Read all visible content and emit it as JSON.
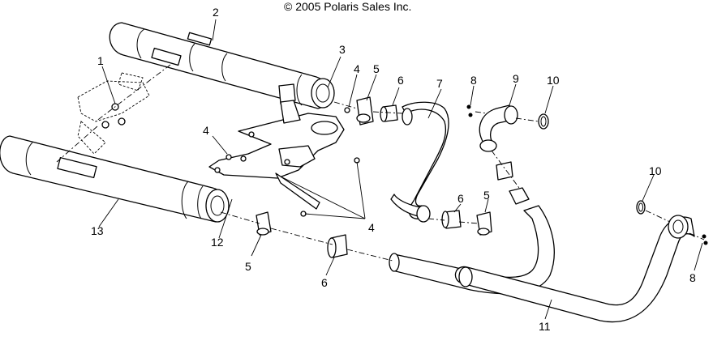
{
  "copyright": "© 2005 Polaris Sales Inc.",
  "callouts": [
    {
      "id": "c1",
      "text": "1"
    },
    {
      "id": "c2",
      "text": "2"
    },
    {
      "id": "c3",
      "text": "3"
    },
    {
      "id": "c4a",
      "text": "4"
    },
    {
      "id": "c4b",
      "text": "4"
    },
    {
      "id": "c4c",
      "text": "4"
    },
    {
      "id": "c5a",
      "text": "5"
    },
    {
      "id": "c5b",
      "text": "5"
    },
    {
      "id": "c5c",
      "text": "5"
    },
    {
      "id": "c6a",
      "text": "6"
    },
    {
      "id": "c6b",
      "text": "6"
    },
    {
      "id": "c6c",
      "text": "6"
    },
    {
      "id": "c7",
      "text": "7"
    },
    {
      "id": "c8a",
      "text": "8"
    },
    {
      "id": "c8b",
      "text": "8"
    },
    {
      "id": "c9",
      "text": "9"
    },
    {
      "id": "c10a",
      "text": "10"
    },
    {
      "id": "c10b",
      "text": "10"
    },
    {
      "id": "c11",
      "text": "11"
    },
    {
      "id": "c12",
      "text": "12"
    },
    {
      "id": "c13",
      "text": "13"
    }
  ]
}
